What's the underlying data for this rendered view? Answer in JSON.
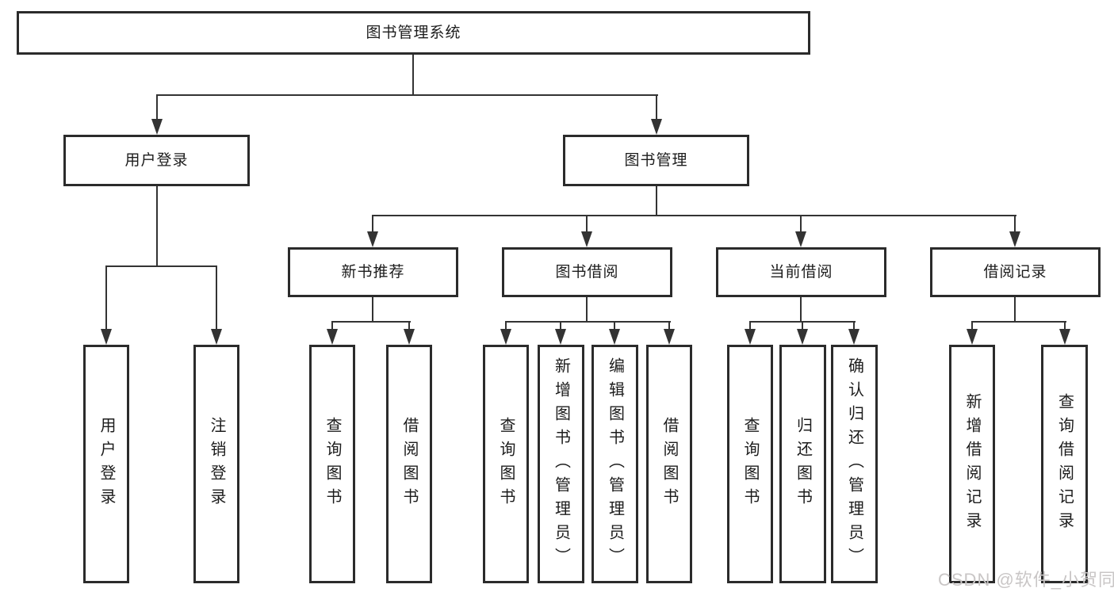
{
  "diagram": {
    "nodes": {
      "root": "图书管理系统",
      "user_login": "用户登录",
      "book_mgmt": "图书管理",
      "new_book_rec": "新书推荐",
      "book_borrow": "图书借阅",
      "current_borrow": "当前借阅",
      "borrow_records": "借阅记录",
      "leaves": [
        "用户登录",
        "注销登录",
        "查询图书",
        "借阅图书",
        "查询图书",
        "新增图书（管理员）",
        "编辑图书（管理员）",
        "借阅图书",
        "查询图书",
        "归还图书",
        "确认归还（管理员）",
        "新增借阅记录",
        "查询借阅记录"
      ]
    },
    "watermark": "CSDN @软件_小贺同学",
    "colors": {
      "line": "#333333",
      "border": "#2b2b2b",
      "text": "#1c1c1c",
      "watermark": "#c9c6c6"
    }
  }
}
